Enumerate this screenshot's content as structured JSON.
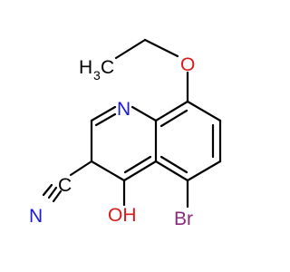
{
  "structure": {
    "atoms": {
      "methyl_h": "H",
      "methyl_sub": "3",
      "methyl_c": "C",
      "ether_o": "O",
      "ring_n": "N",
      "nitrile_c": "C",
      "nitrile_n": "N",
      "hydroxyl": "OH",
      "bromine": "Br"
    },
    "colors": {
      "nitrogen": "#1a1ad8",
      "oxygen": "#d81a1a",
      "bromine": "#8a2a7a",
      "carbon": "#000000"
    }
  }
}
